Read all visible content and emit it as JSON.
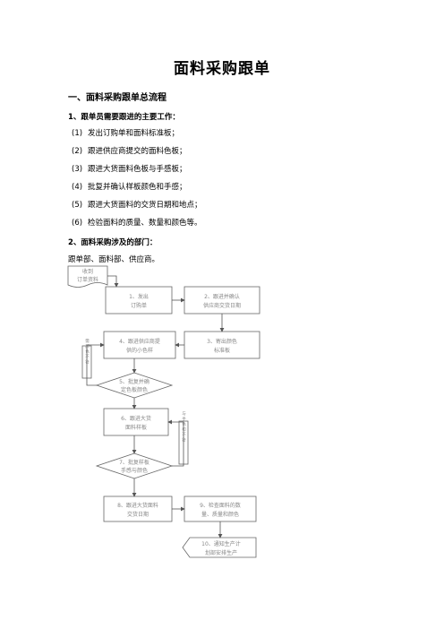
{
  "title": "面料采购跟单",
  "section1": "一、面料采购跟单总流程",
  "sub1": "1、跟单员需要跟进的主要工作：",
  "tasks": [
    {
      "num": "(1)",
      "text": "发出订购单和面料标准板；"
    },
    {
      "num": "(2)",
      "text": "跟进供应商提交的面料色板；"
    },
    {
      "num": "(3)",
      "text": "跟进大货面料色板与手感板；"
    },
    {
      "num": "(4)",
      "text": "批复并确认样板颜色和手感；"
    },
    {
      "num": "(5)",
      "text": "跟进大货面料的交货日期和地点；"
    },
    {
      "num": "(6)",
      "text": "检验面料的质量、数量和颜色等。"
    }
  ],
  "sub2": "2、面料采购涉及的部门：",
  "departments": "跟单部、面料部、供应商。",
  "flow": {
    "doc": [
      "收到",
      "订单资料"
    ],
    "n1": [
      "1、发出",
      "订购单"
    ],
    "n2": [
      "2、跟进并确认",
      "供应商交货日期"
    ],
    "n3": [
      "3、寄出颜色",
      "标准板"
    ],
    "n4": [
      "4、跟进供应商提",
      "供的小色样"
    ],
    "side_left": "需 颜 色 不 符",
    "d5": [
      "5、批复并确",
      "定色板颜色"
    ],
    "n6": [
      "6、跟进大货",
      "面料样板"
    ],
    "side_right": "与 手 色 和 不 符",
    "d7": [
      "7、批复样板",
      "手感与颜色"
    ],
    "n8": [
      "8、跟进大货面料",
      "交货日期"
    ],
    "n9": [
      "9、检查面料的数",
      "量、质量和颜色"
    ],
    "n10": [
      "10、通知生产计",
      "划部安排生产"
    ]
  }
}
